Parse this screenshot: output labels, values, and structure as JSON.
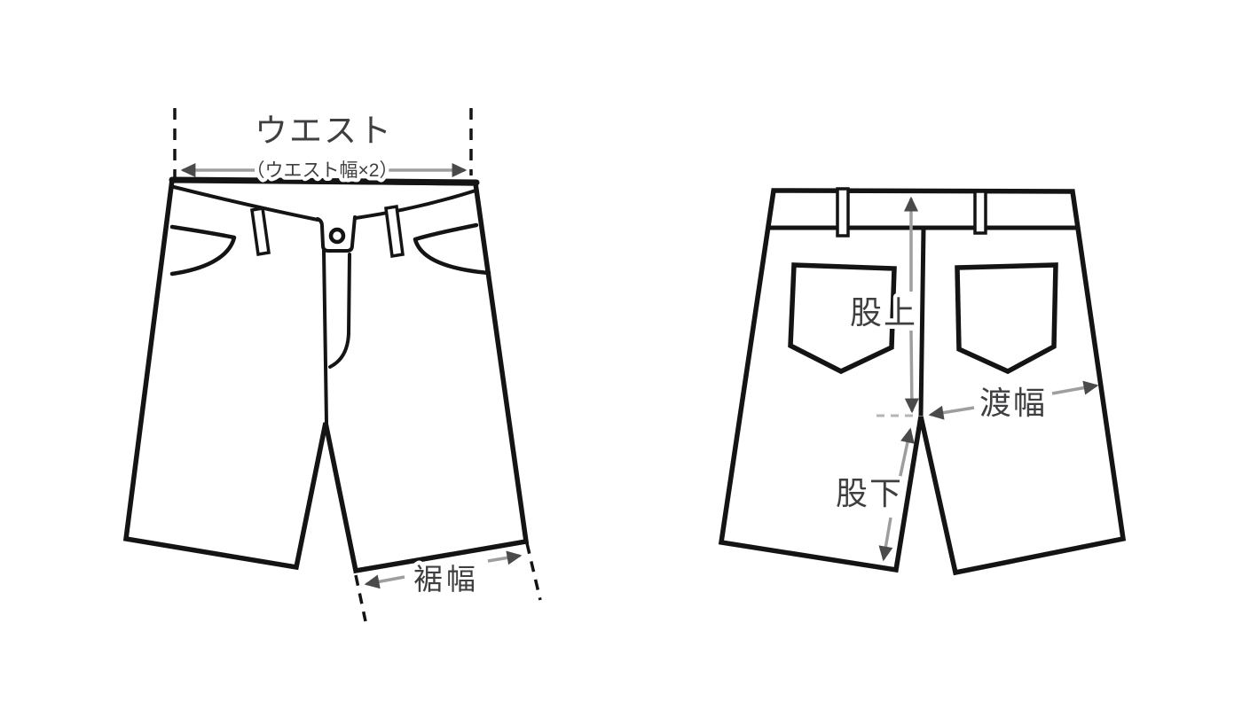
{
  "front_view": {
    "waist": {
      "label": "ウエスト",
      "sublabel": "（ウエスト幅×2）"
    },
    "hem_width": {
      "label": "裾幅"
    }
  },
  "back_view": {
    "rise": {
      "label": "股上"
    },
    "thigh_width": {
      "label": "渡幅"
    },
    "inseam": {
      "label": "股下"
    }
  },
  "colors": {
    "background": "#ffffff",
    "outline": "#141414",
    "dimension_line": "#9e9e9e",
    "arrowhead": "#4a4a4a",
    "label_text": "#3f3f42",
    "crotch_guide": "#b5b5b5"
  }
}
